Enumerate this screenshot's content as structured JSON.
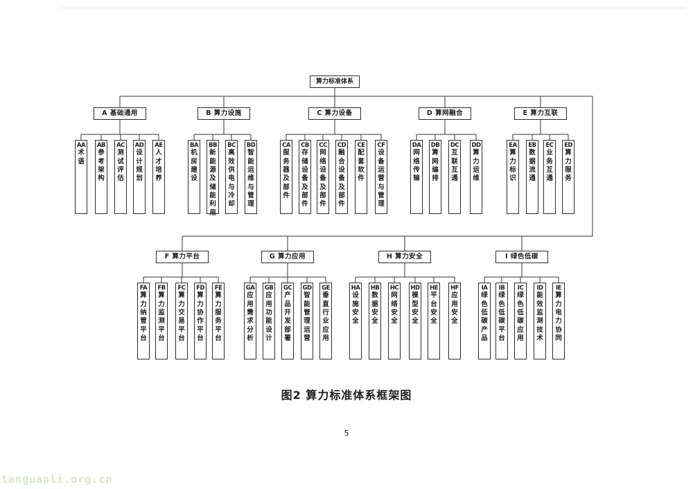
{
  "page": {
    "caption": "图2 算力标准体系框架图",
    "page_number": "5",
    "watermark": "tanguanli.org.cn"
  },
  "colors": {
    "line": "#333333",
    "watermark": "#d8e6c9"
  },
  "chart": {
    "root": "算力标准体系",
    "groups": [
      {
        "label": "A 基础通用",
        "children": [
          {
            "code": "AA",
            "label": "术语"
          },
          {
            "code": "AB",
            "label": "参考架构"
          },
          {
            "code": "AC",
            "label": "测试评估"
          },
          {
            "code": "AD",
            "label": "设计规划"
          },
          {
            "code": "AE",
            "label": "人才培养"
          }
        ]
      },
      {
        "label": "B 算力设施",
        "children": [
          {
            "code": "BA",
            "label": "机房建设"
          },
          {
            "code": "BB",
            "label": "新能源及储能利用"
          },
          {
            "code": "BC",
            "label": "高效供电与冷却"
          },
          {
            "code": "BD",
            "label": "智能运维与管理"
          }
        ]
      },
      {
        "label": "C 算力设备",
        "children": [
          {
            "code": "CA",
            "label": "服务器及部件"
          },
          {
            "code": "CB",
            "label": "存储设备及部件"
          },
          {
            "code": "CC",
            "label": "网络设备及部件"
          },
          {
            "code": "CD",
            "label": "融合设备及部件"
          },
          {
            "code": "CE",
            "label": "配套软件"
          },
          {
            "code": "CF",
            "label": "设备运营与管理"
          }
        ]
      },
      {
        "label": "D 算网融合",
        "children": [
          {
            "code": "DA",
            "label": "网络传输"
          },
          {
            "code": "DB",
            "label": "算网编排"
          },
          {
            "code": "DC",
            "label": "互联互通"
          },
          {
            "code": "DD",
            "label": "算力运维"
          }
        ]
      },
      {
        "label": "E 算力互联",
        "children": [
          {
            "code": "EA",
            "label": "算力标识"
          },
          {
            "code": "EB",
            "label": "数据流通"
          },
          {
            "code": "EC",
            "label": "业务互通"
          },
          {
            "code": "ED",
            "label": "算力服务"
          }
        ]
      },
      {
        "label": "F 算力平台",
        "children": [
          {
            "code": "FA",
            "label": "算力纳管平台"
          },
          {
            "code": "FB",
            "label": "算力监测平台"
          },
          {
            "code": "FC",
            "label": "算力交易平台"
          },
          {
            "code": "FD",
            "label": "算力协作平台"
          },
          {
            "code": "FE",
            "label": "算力服务平台"
          }
        ]
      },
      {
        "label": "G 算力应用",
        "children": [
          {
            "code": "GA",
            "label": "应用需求分析"
          },
          {
            "code": "GB",
            "label": "应用功能设计"
          },
          {
            "code": "GC",
            "label": "产品开发部署"
          },
          {
            "code": "GD",
            "label": "智能管理运营"
          },
          {
            "code": "GE",
            "label": "垂直行业应用"
          }
        ]
      },
      {
        "label": "H 算力安全",
        "children": [
          {
            "code": "HA",
            "label": "设施安全"
          },
          {
            "code": "HB",
            "label": "数据安全"
          },
          {
            "code": "HC",
            "label": "网络安全"
          },
          {
            "code": "HD",
            "label": "模型安全"
          },
          {
            "code": "HE",
            "label": "平台安全"
          },
          {
            "code": "HF",
            "label": "应用安全"
          }
        ]
      },
      {
        "label": "I 绿色低碳",
        "children": [
          {
            "code": "IA",
            "label": "绿色低碳产品"
          },
          {
            "code": "IB",
            "label": "绿色低碳平台"
          },
          {
            "code": "IC",
            "label": "绿色低碳应用"
          },
          {
            "code": "ID",
            "label": "能效监测技术"
          },
          {
            "code": "IE",
            "label": "算力电力协同"
          }
        ]
      }
    ]
  }
}
